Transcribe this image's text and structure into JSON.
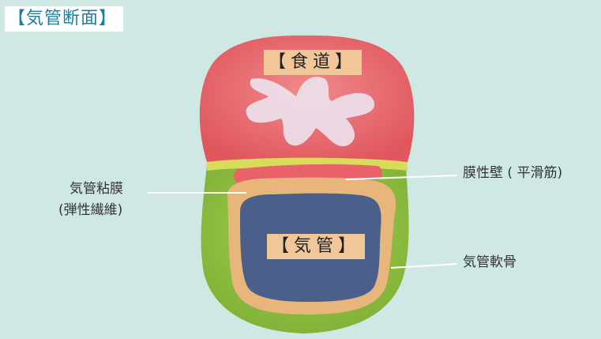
{
  "title": "【気管断面】",
  "organs": {
    "esophagus": "【食道】",
    "trachea": "【気管】"
  },
  "labels": {
    "mucosa_line1": "気管粘膜",
    "mucosa_line2": "(弾性繊維)",
    "membranous_wall": "膜性壁 ( 平滑筋)",
    "cartilage": "気管軟骨"
  },
  "colors": {
    "background": "#cfe8e4",
    "esophagus": "#e96a6e",
    "cartilage": "#8fc043",
    "mucosa": "#e8b57a",
    "lumen": "#4a5f8a",
    "title_text": "#1a7fa0"
  }
}
